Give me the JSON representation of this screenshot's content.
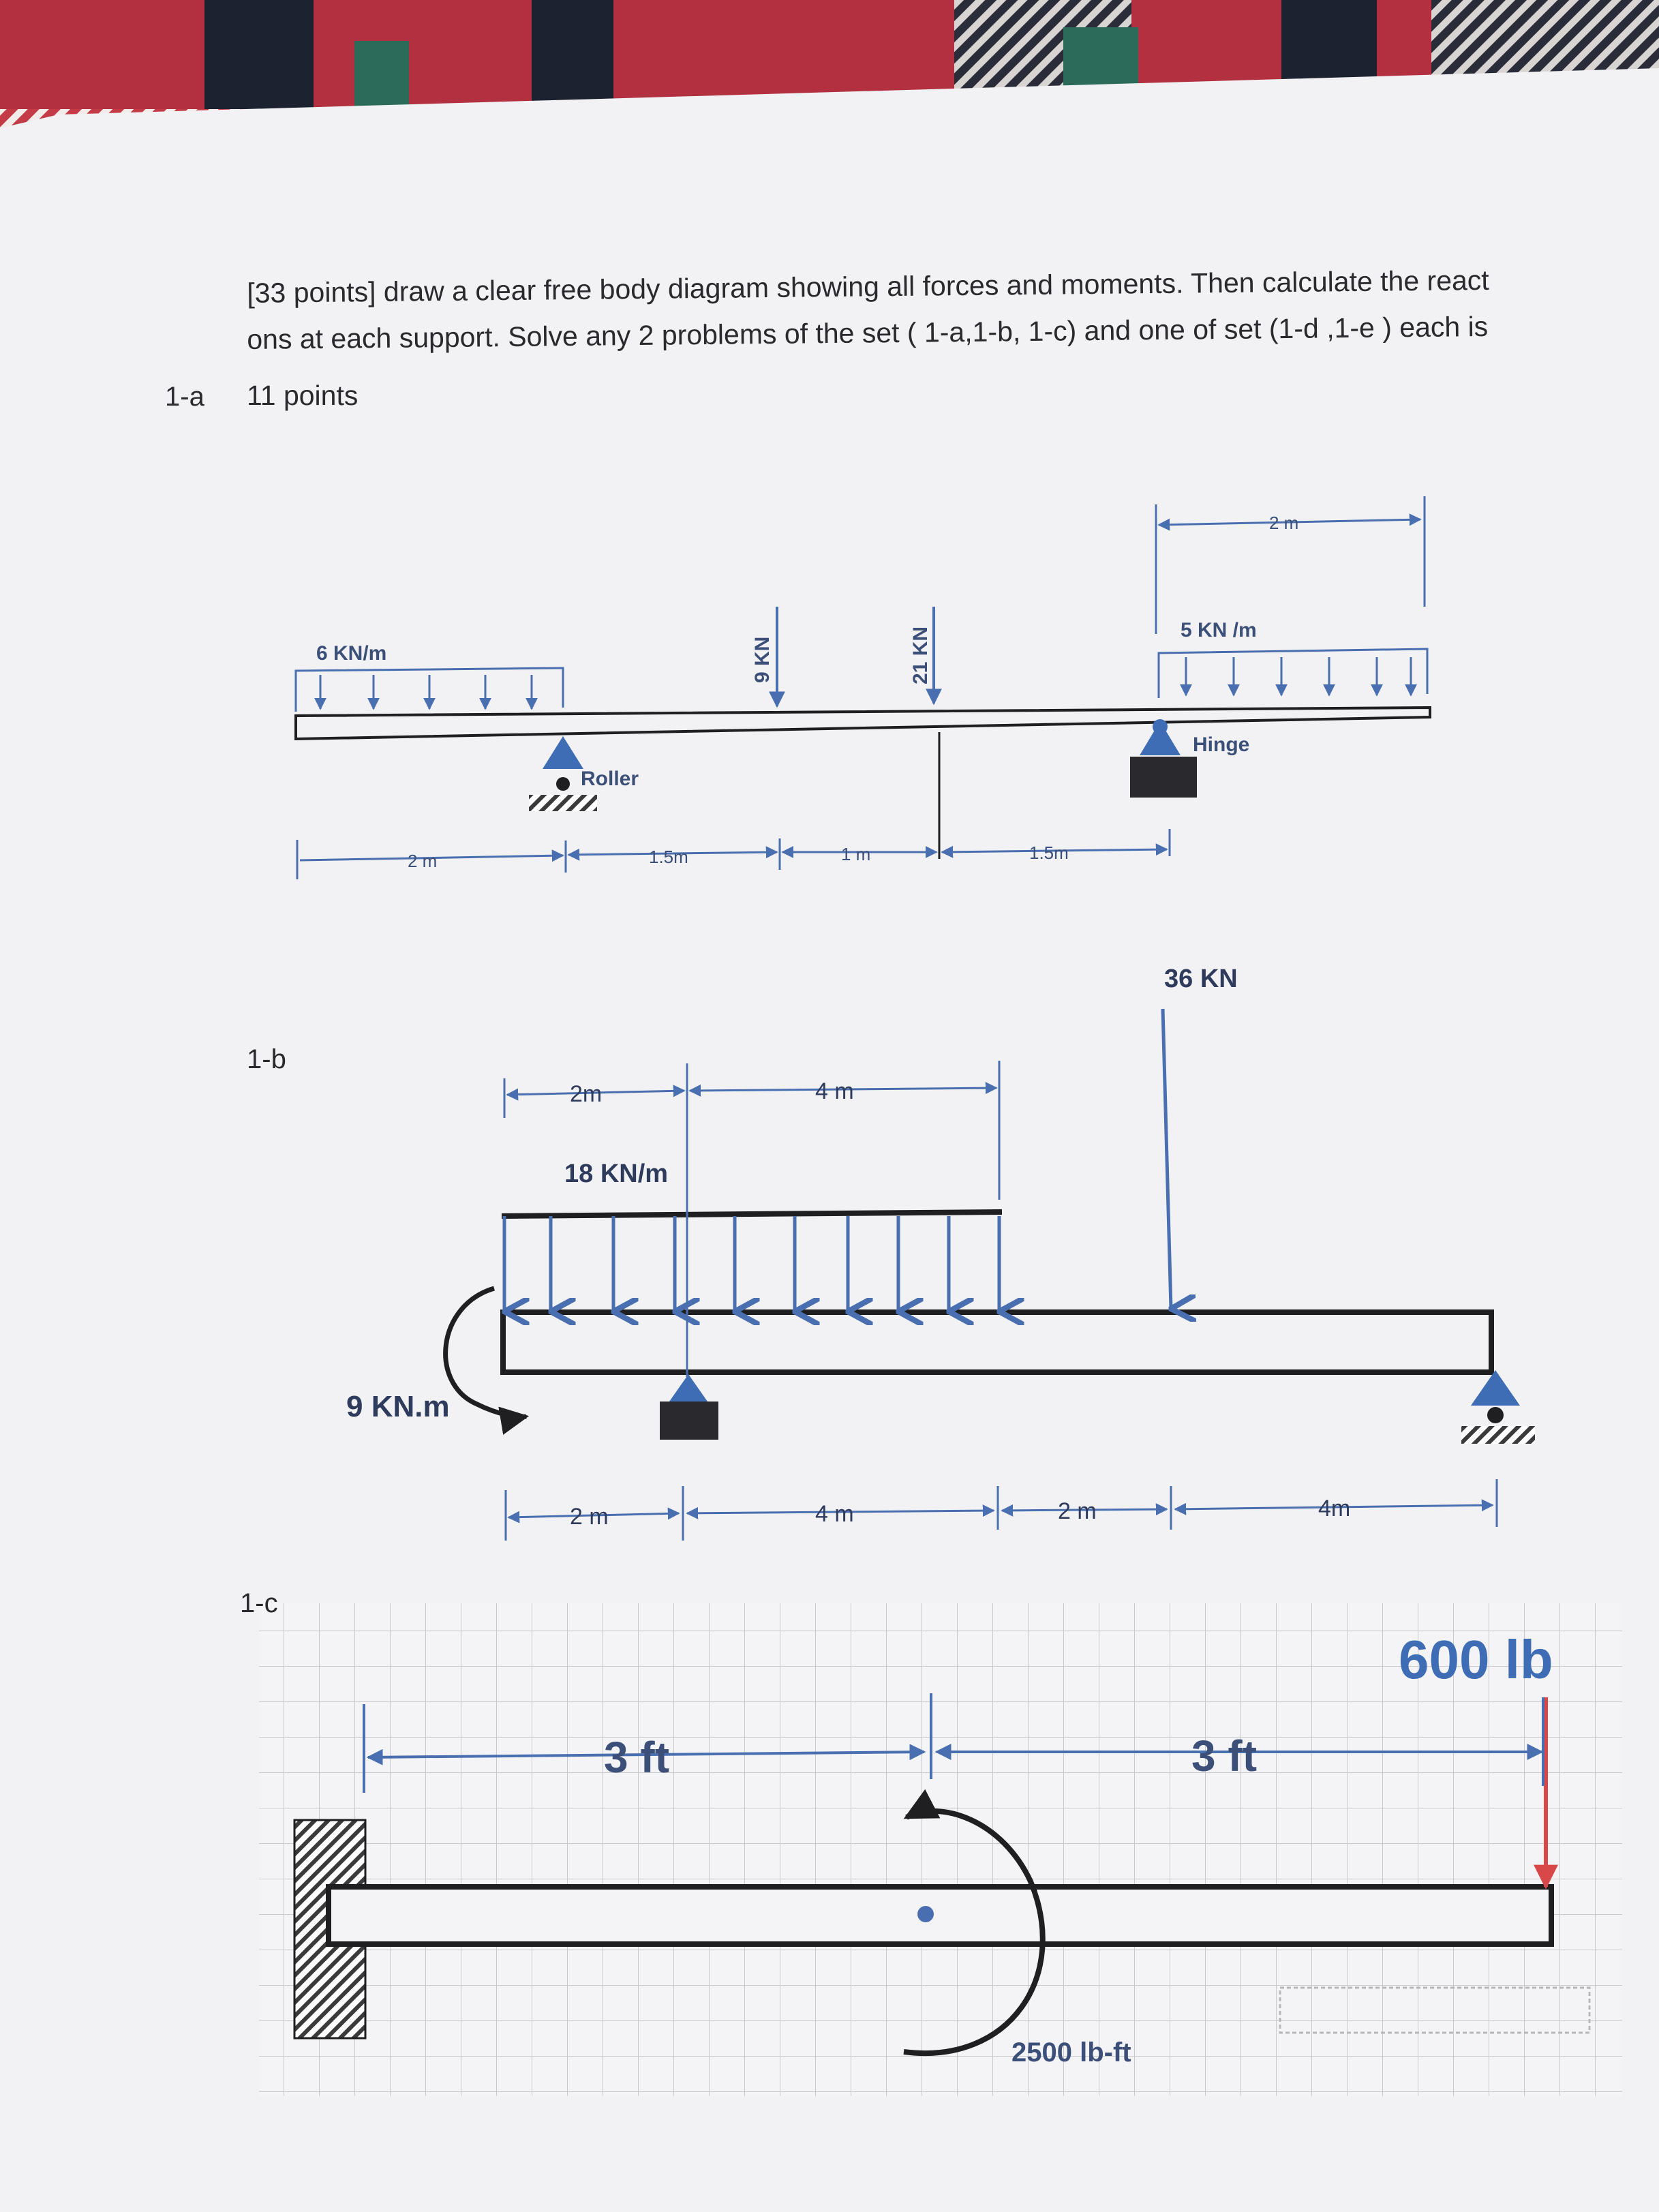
{
  "instructions": {
    "line1": "[33 points] draw a clear free body diagram showing all forces and moments. Then calculate the react",
    "line2": "ons at each support.  Solve any 2 problems of the set ( 1-a,1-b, 1-c)  and one of  set (1-d ,1-e ) each is",
    "line3": "11 points"
  },
  "problem_labels": {
    "a": "1-a",
    "b": "1-b",
    "c": "1-c"
  },
  "problem_1a": {
    "udl_left": "6 KN/m",
    "udl_right": "5 KN /m",
    "point_load_1": "9 KN",
    "point_load_2": "21 KN",
    "support_left": "Roller",
    "support_right": "Hinge",
    "dim_top": "2 m",
    "dims": [
      "2 m",
      "1.5m",
      "1 m",
      "1.5m"
    ]
  },
  "problem_1b": {
    "point_load": "36 KN",
    "udl": "18 KN/m",
    "moment": "9 KN.m",
    "dims_top": [
      "2m",
      "4 m"
    ],
    "dims_bottom": [
      "2 m",
      "4 m",
      "2 m",
      "4m"
    ]
  },
  "problem_1c": {
    "point_load": "600 lb",
    "moment": "2500 lb-ft",
    "dims": [
      "3 ft",
      "3 ft"
    ]
  },
  "colors": {
    "ink": "#1f1f22",
    "diagram_blue": "#4a6fb0",
    "support_blue": "#3e6db5",
    "load_red": "#d94848",
    "paper": "#f3f3f5",
    "grid": "#c9cace"
  }
}
